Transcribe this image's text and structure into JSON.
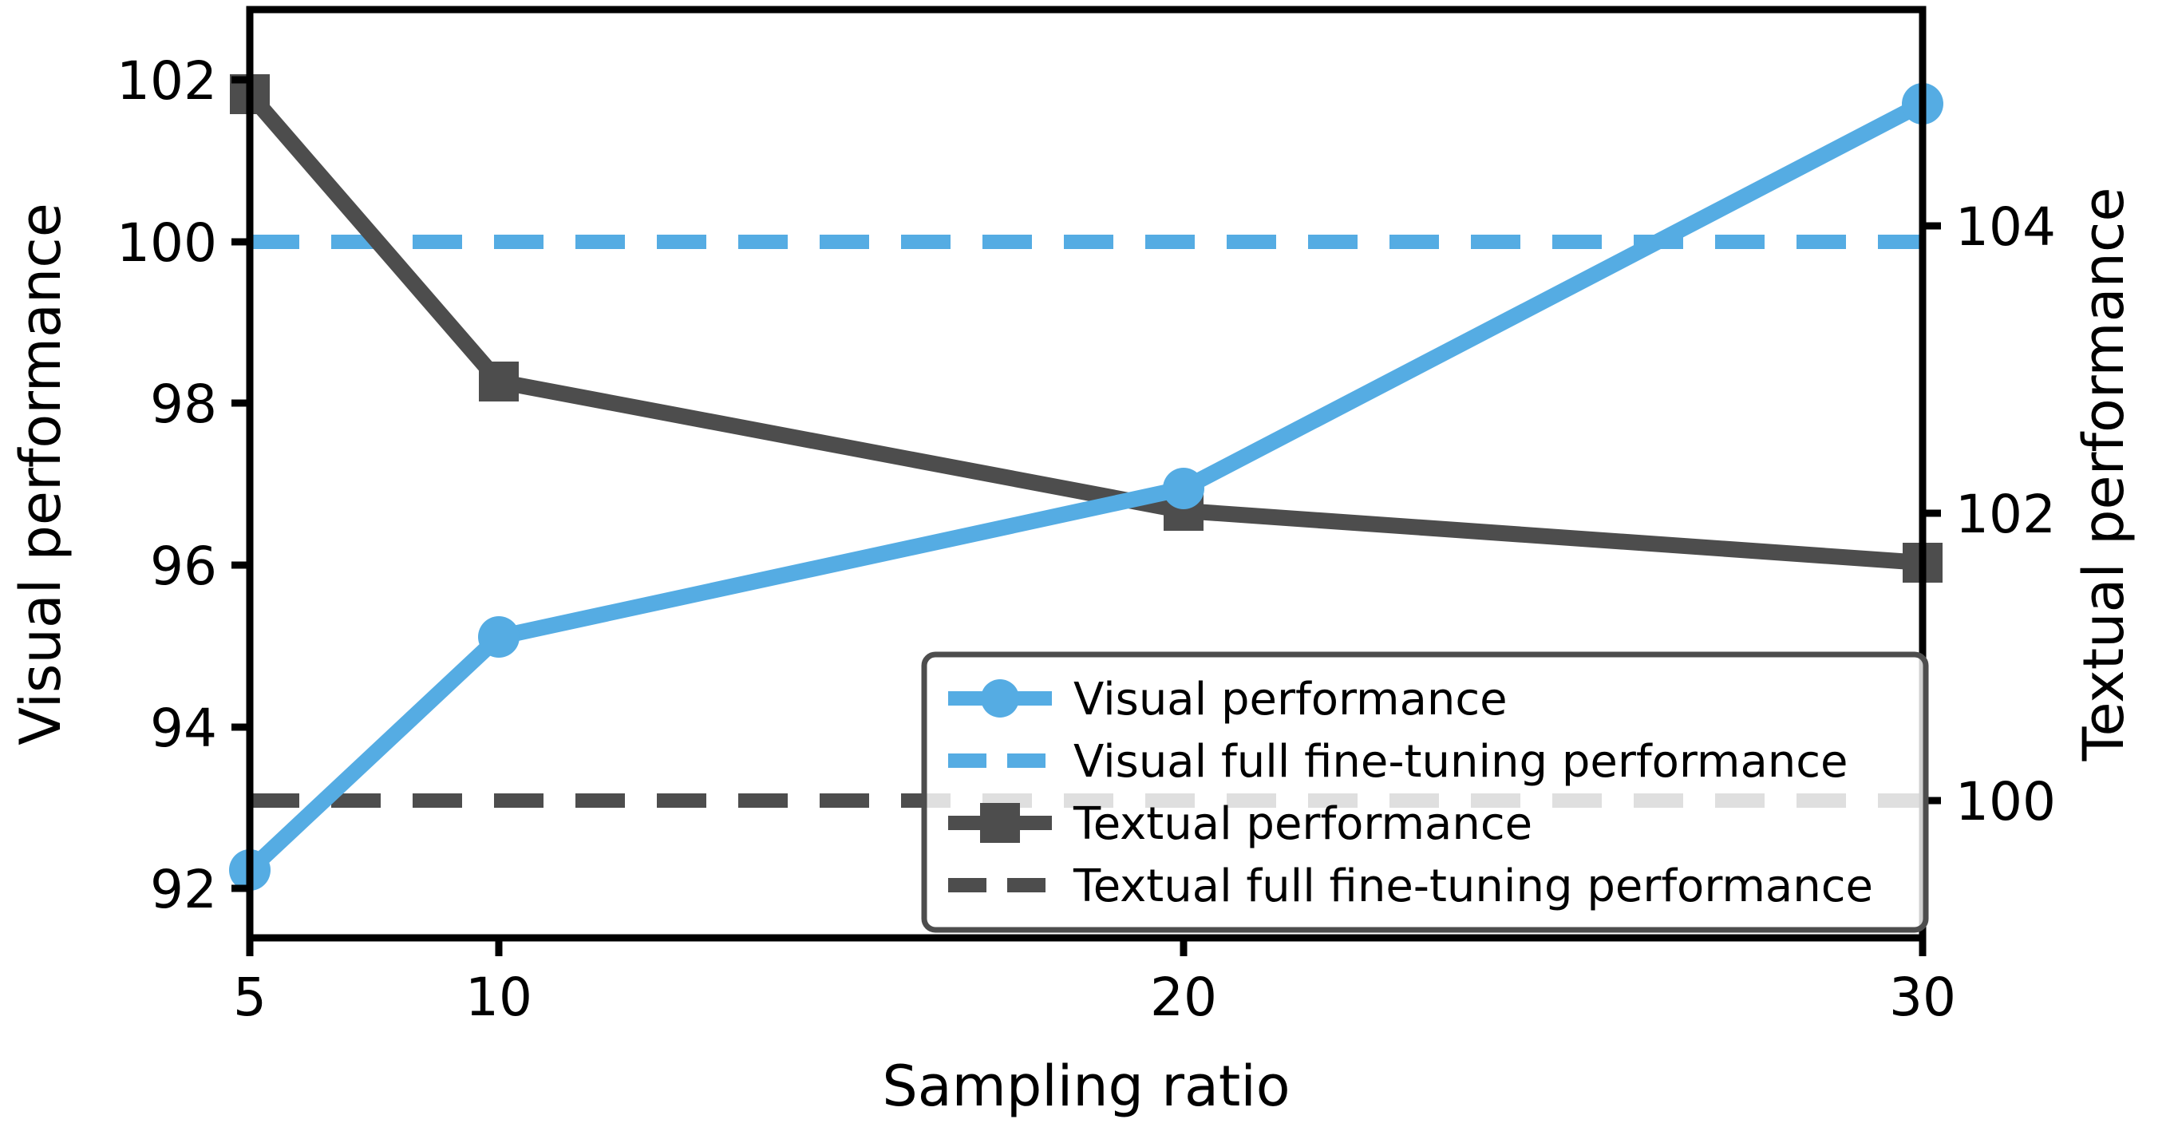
{
  "chart_data": {
    "type": "line",
    "title": "",
    "xlabel": "Sampling ratio",
    "ylabel": "Visual performance",
    "ylabel_right": "Textual performance",
    "x": [
      5,
      10,
      20,
      30
    ],
    "xtick_labels": [
      "5",
      "10",
      "20",
      "30"
    ],
    "xlim": [
      5,
      30
    ],
    "ylim_left": [
      91.4,
      102.4
    ],
    "ylim_right": [
      99.36,
      104.9
    ],
    "ytick_labels_left": [
      "92",
      "94",
      "96",
      "98",
      "100",
      "102"
    ],
    "ytick_values_left": [
      92,
      94,
      96,
      98,
      100,
      102
    ],
    "ytick_labels_right": [
      "100",
      "102",
      "104"
    ],
    "ytick_values_right": [
      100,
      102,
      104
    ],
    "grid": false,
    "legend_position": "lower right",
    "series": [
      {
        "name": "Visual performance",
        "axis": "left",
        "style": "solid",
        "marker": "circle",
        "color": "#55ACE3",
        "values": [
          92.2,
          95.1,
          97.1,
          101.75
        ]
      },
      {
        "name": "Visual full fine-tuning performance",
        "axis": "left",
        "style": "dashed",
        "marker": "none",
        "color": "#55ACE3",
        "constant": 100.0
      },
      {
        "name": "Textual performance",
        "axis": "right",
        "style": "solid",
        "marker": "square",
        "color": "#4D4D4D",
        "values": [
          104.9,
          102.9,
          102.0,
          101.7
        ]
      },
      {
        "name": "Textual full fine-tuning performance",
        "axis": "right",
        "style": "dashed",
        "marker": "none",
        "color": "#4D4D4D",
        "constant": 100.0
      }
    ],
    "legend_entries": [
      {
        "label": "Visual performance",
        "color": "#55ACE3",
        "style": "solid",
        "marker": "circle"
      },
      {
        "label": "Visual full fine-tuning performance",
        "color": "#55ACE3",
        "style": "dashed",
        "marker": "none"
      },
      {
        "label": "Textual performance",
        "color": "#4D4D4D",
        "style": "solid",
        "marker": "square"
      },
      {
        "label": "Textual full fine-tuning performance",
        "color": "#4D4D4D",
        "style": "dashed",
        "marker": "none"
      }
    ]
  },
  "axes": {
    "x_title": "Sampling ratio",
    "y_left_title": "Visual performance",
    "y_right_title": "Textual performance",
    "xticks": [
      "5",
      "10",
      "20",
      "30"
    ],
    "yticks_left": [
      "92",
      "94",
      "96",
      "98",
      "100",
      "102"
    ],
    "yticks_right": [
      "100",
      "102",
      "104"
    ]
  },
  "legend": {
    "item0": "Visual performance",
    "item1": "Visual full fine-tuning performance",
    "item2": "Textual performance",
    "item3": "Textual full fine-tuning performance"
  },
  "colors": {
    "visual": "#55ACE3",
    "textual": "#4D4D4D",
    "axis": "#000000"
  }
}
